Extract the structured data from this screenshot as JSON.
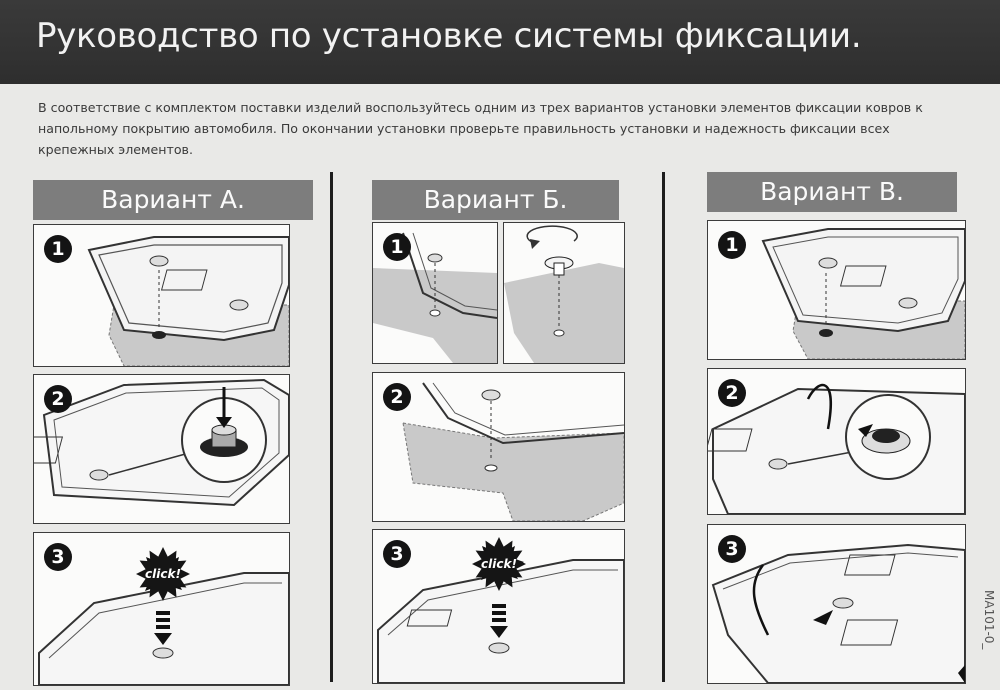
{
  "header": {
    "title": "Руководство по установке системы фиксации."
  },
  "intro": {
    "text": "В соответствие с комплектом поставки изделий воспользуйтесь одним из трех вариантов установки элементов фиксации ковров к напольному покрытию автомобиля. По окончании установки проверьте правильность установки и надежность фиксации всех крепежных элементов."
  },
  "variants": [
    {
      "title": "Вариант А.",
      "steps": [
        "1",
        "2",
        "3"
      ]
    },
    {
      "title": "Вариант Б.",
      "steps": [
        "1",
        "2",
        "3"
      ]
    },
    {
      "title": "Вариант В.",
      "steps": [
        "1",
        "2",
        "3"
      ]
    }
  ],
  "click_label": "click!",
  "doc_code": "MA101-0_",
  "colors": {
    "header_bg": "#333333",
    "title_bar": "#7d7d7d",
    "carpet": "#c9c9c9"
  }
}
